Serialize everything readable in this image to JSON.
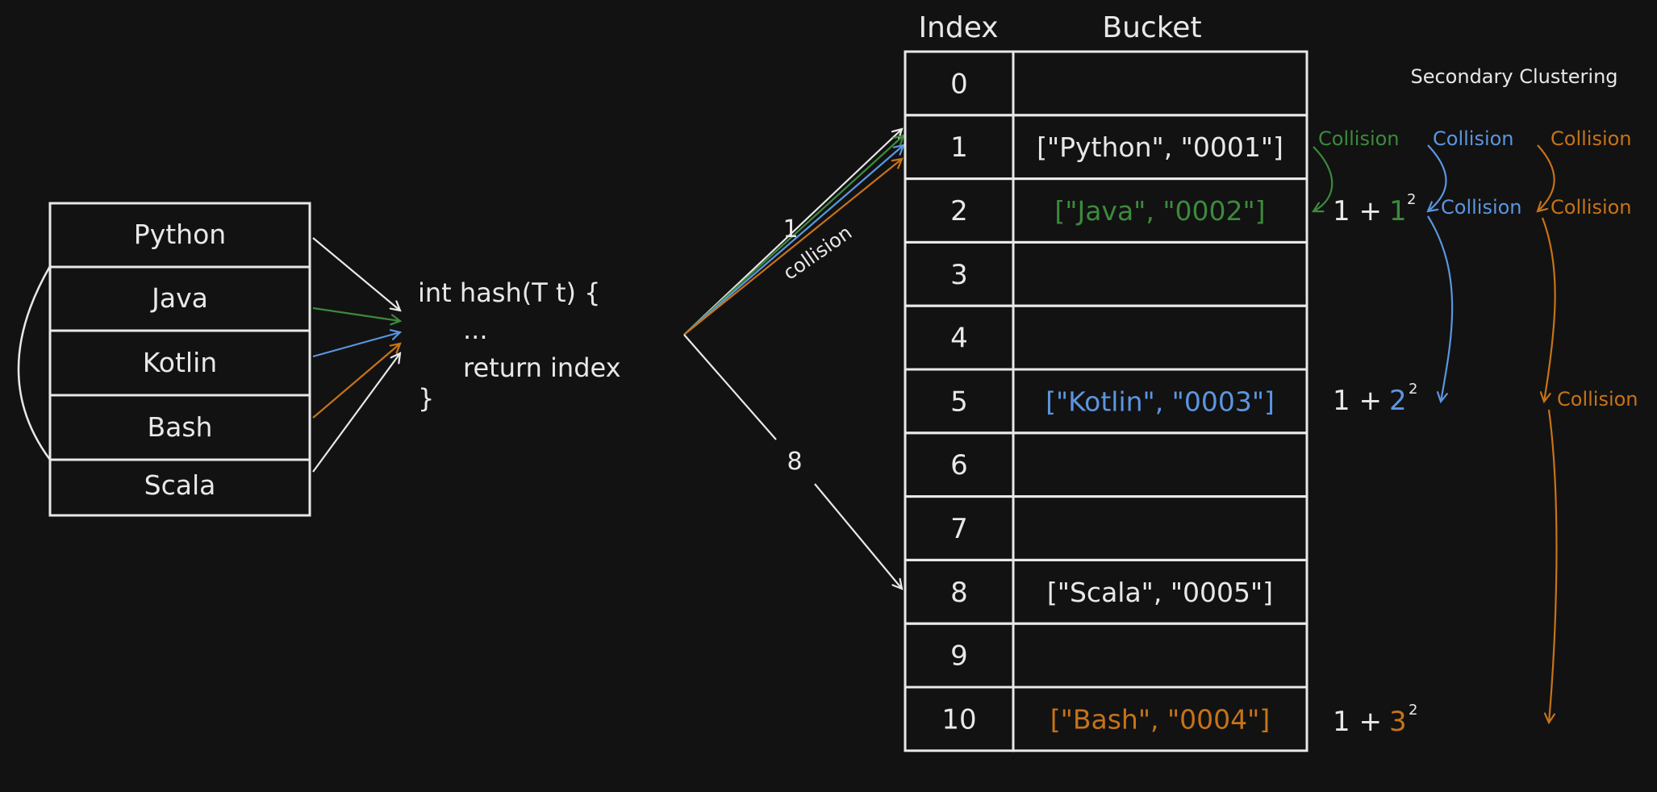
{
  "keys": {
    "items": [
      {
        "label": "Python"
      },
      {
        "label": "Java"
      },
      {
        "label": "Kotlin"
      },
      {
        "label": "Bash"
      },
      {
        "label": "Scala"
      }
    ]
  },
  "hash_fn": {
    "line1": "int hash(T t) {",
    "line2": "...",
    "line3": "return index",
    "line4": "}"
  },
  "arrows": {
    "label_1": "1",
    "label_collision": "collision",
    "label_8": "8"
  },
  "table": {
    "index_header": "Index",
    "bucket_header": "Bucket",
    "rows": [
      {
        "index": "0",
        "bucket": ""
      },
      {
        "index": "1",
        "bucket": "[\"Python\", \"0001\"]"
      },
      {
        "index": "2",
        "bucket": "[\"Java\", \"0002\"]"
      },
      {
        "index": "3",
        "bucket": ""
      },
      {
        "index": "4",
        "bucket": ""
      },
      {
        "index": "5",
        "bucket": "[\"Kotlin\", \"0003\"]"
      },
      {
        "index": "6",
        "bucket": ""
      },
      {
        "index": "7",
        "bucket": ""
      },
      {
        "index": "8",
        "bucket": "[\"Scala\", \"0005\"]"
      },
      {
        "index": "9",
        "bucket": ""
      },
      {
        "index": "10",
        "bucket": "[\"Bash\", \"0004\"]"
      }
    ]
  },
  "probes": {
    "title": "Secondary Clustering",
    "collision": "Collision",
    "p1_base": "1 +",
    "p1_term": "1",
    "p2_base": "1 +",
    "p2_term": "2",
    "p3_base": "1 +",
    "p3_term": "3",
    "exp": "2"
  },
  "colors": {
    "background": "#121212",
    "ink": "#e8e8e8",
    "green": "#3c8a3c",
    "blue": "#5b96e0",
    "orange": "#c77318"
  }
}
